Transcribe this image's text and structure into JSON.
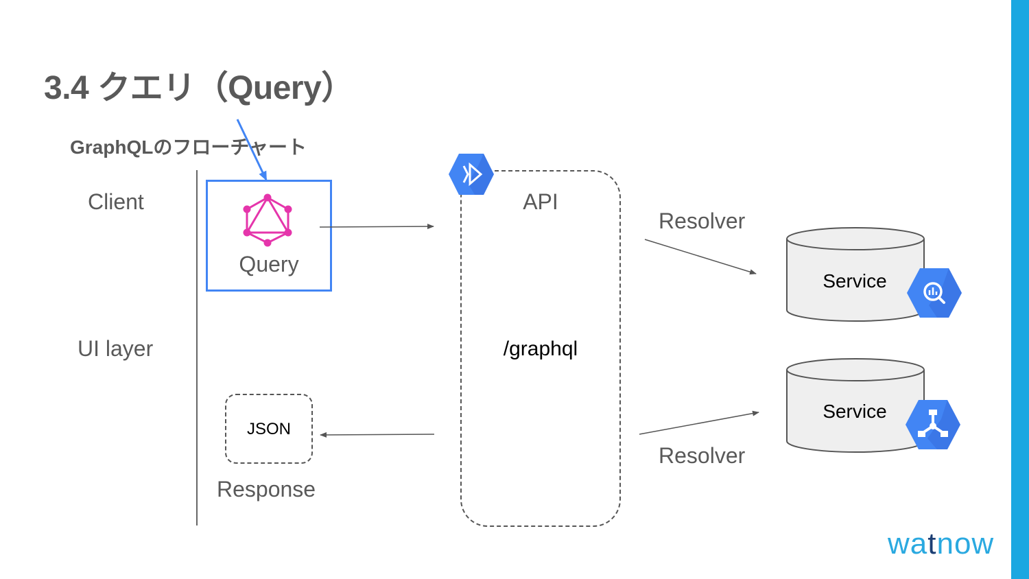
{
  "slide": {
    "title": "3.4 クエリ（Query）",
    "subtitle": "GraphQLのフローチャート"
  },
  "client_panel": {
    "client_label": "Client",
    "ui_layer_label": "UI layer"
  },
  "query_node": {
    "label": "Query",
    "icon": "graphql-logo-icon"
  },
  "response_node": {
    "json_label": "JSON",
    "label": "Response"
  },
  "api_node": {
    "label": "API",
    "endpoint": "/graphql",
    "icon": "cloud-endpoints-icon"
  },
  "resolvers": [
    {
      "label": "Resolver"
    },
    {
      "label": "Resolver"
    }
  ],
  "services": [
    {
      "label": "Service",
      "icon": "bigquery-icon"
    },
    {
      "label": "Service",
      "icon": "cloud-composer-icon"
    }
  ],
  "brand": {
    "name_pre": "wa",
    "name_t": "t",
    "name_post": "now",
    "colors": {
      "accent": "#1ba7e1",
      "highlight": "#4285f4",
      "graphql": "#e535ab",
      "gcp_blue": "#4285f4"
    }
  }
}
